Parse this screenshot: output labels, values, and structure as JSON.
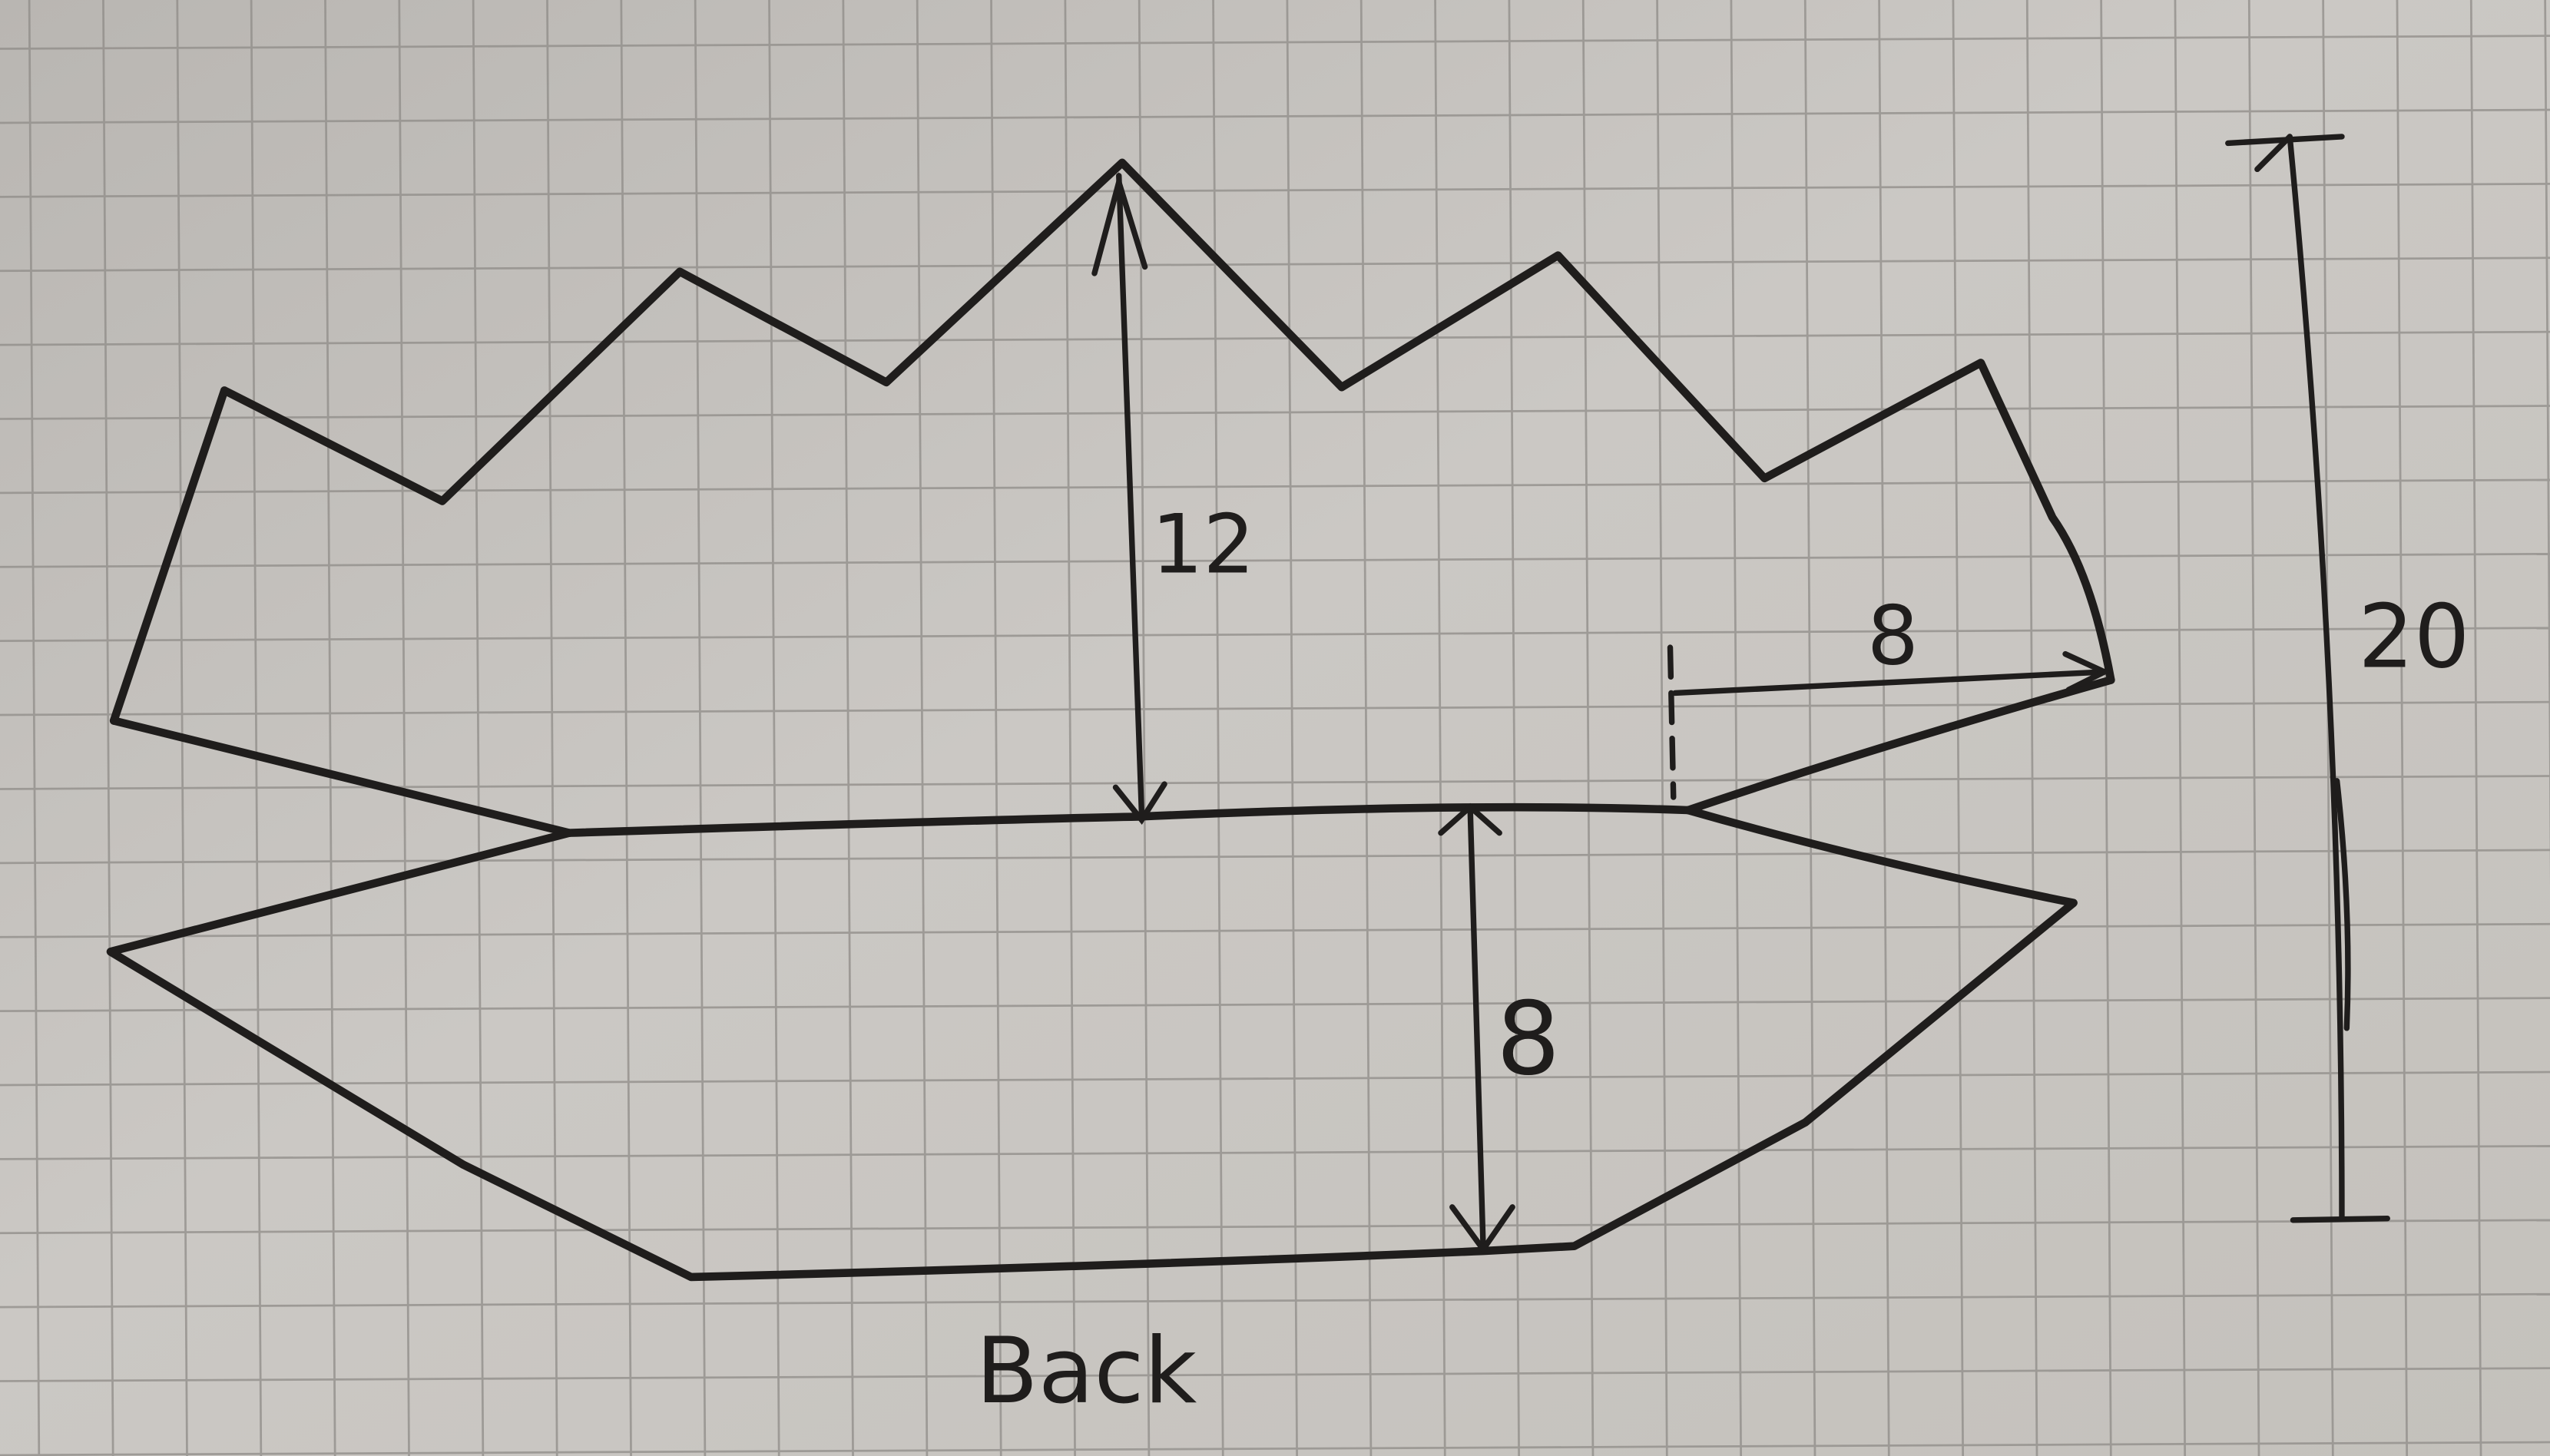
{
  "labels": {
    "crown_height": "12",
    "upper_right_width": "8",
    "lower_height": "8",
    "total_height": "20",
    "bottom_caption": "Back"
  },
  "colors": {
    "paper": "#c9c6c1",
    "grid_line": "#8f8c88",
    "ink": "#1f1d1c"
  }
}
